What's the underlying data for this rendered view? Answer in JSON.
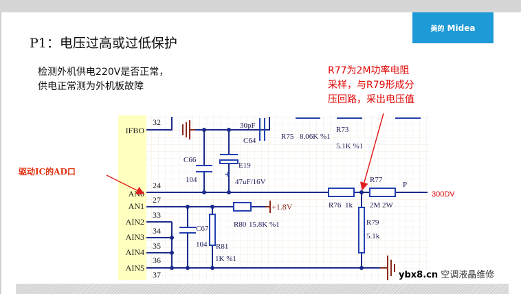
{
  "slide": {
    "title_prefix": "P1：",
    "title": "电压过高或过低保护",
    "description": [
      "检测外机供电220V是否正常，",
      "供电正常测为外机板故障"
    ],
    "note": [
      "R77为2M功率电阻",
      "采样，与R79形成分",
      "压回路，采出电压值"
    ],
    "ad_label": "驱动IC的AD口",
    "logo": {
      "cn": "美的",
      "en": "Midea",
      "color": "#1e9ad6"
    },
    "watermark": {
      "site": "ybx8.cn",
      "text": "空调液晶维修"
    }
  },
  "schematic": {
    "pins": [
      {
        "name": "IFBO",
        "number": "32"
      },
      {
        "name": "AN0",
        "number": "24"
      },
      {
        "name": "AN1",
        "number": "27"
      },
      {
        "name": "AIN2",
        "number": "33"
      },
      {
        "name": "AIN3",
        "number": "34"
      },
      {
        "name": "AIN4",
        "number": "35"
      },
      {
        "name": "AIN5",
        "number": "36"
      },
      {
        "name": "",
        "number": "37"
      }
    ],
    "components": {
      "c64": {
        "ref": "C64",
        "value": "30pF"
      },
      "c66": {
        "ref": "C66",
        "value": "104"
      },
      "e19": {
        "ref": "E19",
        "value": "47uF/16V",
        "polarity": "+"
      },
      "c67": {
        "ref": "C67",
        "value": "104"
      },
      "r81": {
        "ref": "R81",
        "value": "1K %1"
      },
      "r80": {
        "ref": "R80",
        "value": "15.8K %1"
      },
      "r75": {
        "ref": "R75",
        "value": "8.06K %1"
      },
      "r73": {
        "ref": "R73",
        "value": "5.1K %1"
      },
      "r76": {
        "ref": "R76",
        "value": "1k"
      },
      "r77": {
        "ref": "R77",
        "value": "2M 2W"
      },
      "r79": {
        "ref": "R79",
        "value": "5.1k"
      }
    },
    "net_p": "P",
    "supply_18": "+1.8V",
    "input_300": "300DV",
    "colors": {
      "wire": "#1a2a8a",
      "chip": "#ffffc0",
      "annotation": "#e00000"
    }
  }
}
